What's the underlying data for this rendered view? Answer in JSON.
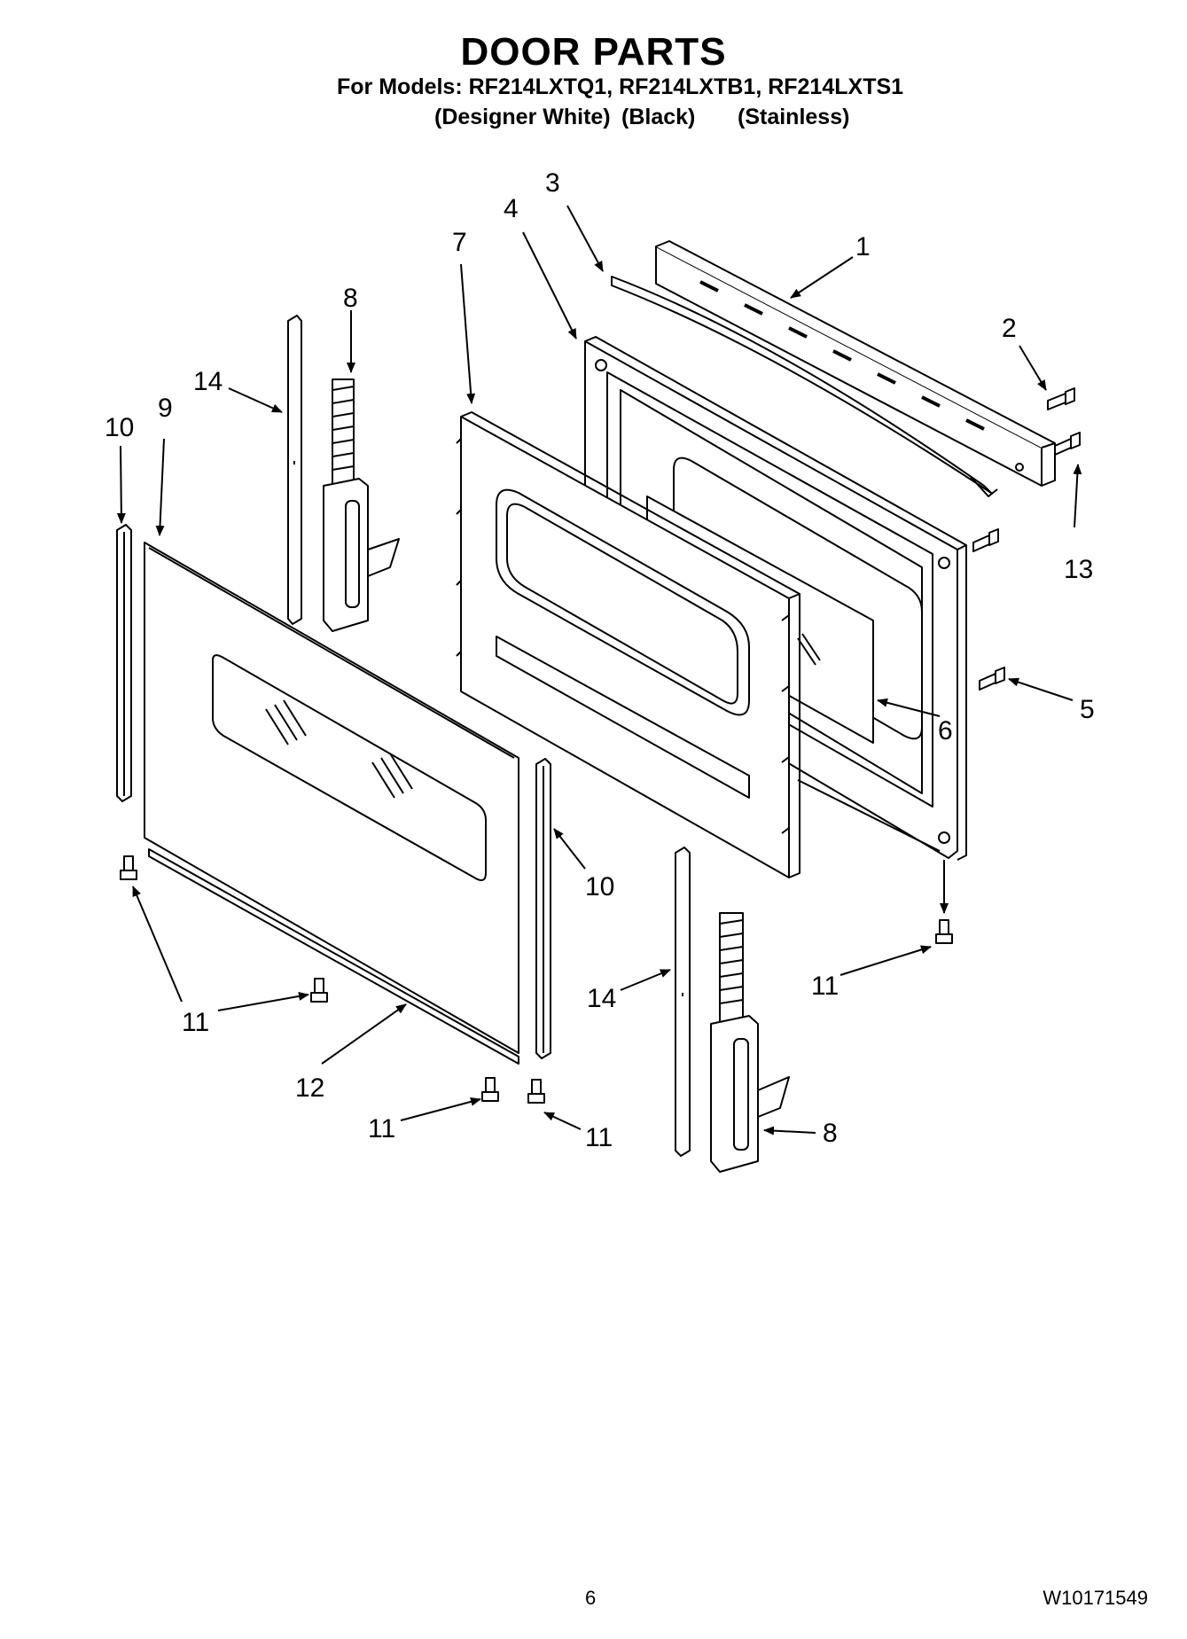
{
  "header": {
    "title": "DOOR PARTS",
    "models_line": "For Models: RF214LXTQ1, RF214LXTB1, RF214LXTS1",
    "variants": [
      "(Designer White)",
      "(Black)",
      "(Stainless)"
    ]
  },
  "callouts": {
    "c1": "1",
    "c2": "2",
    "c3": "3",
    "c4": "4",
    "c5": "5",
    "c6": "6",
    "c7": "7",
    "c8a": "8",
    "c8b": "8",
    "c9": "9",
    "c10a": "10",
    "c10b": "10",
    "c11a": "11",
    "c11b": "11",
    "c11c": "11",
    "c11d": "11",
    "c12": "12",
    "c13": "13",
    "c14a": "14",
    "c14b": "14"
  },
  "footer": {
    "page_number": "6",
    "document_number": "W10171549"
  }
}
